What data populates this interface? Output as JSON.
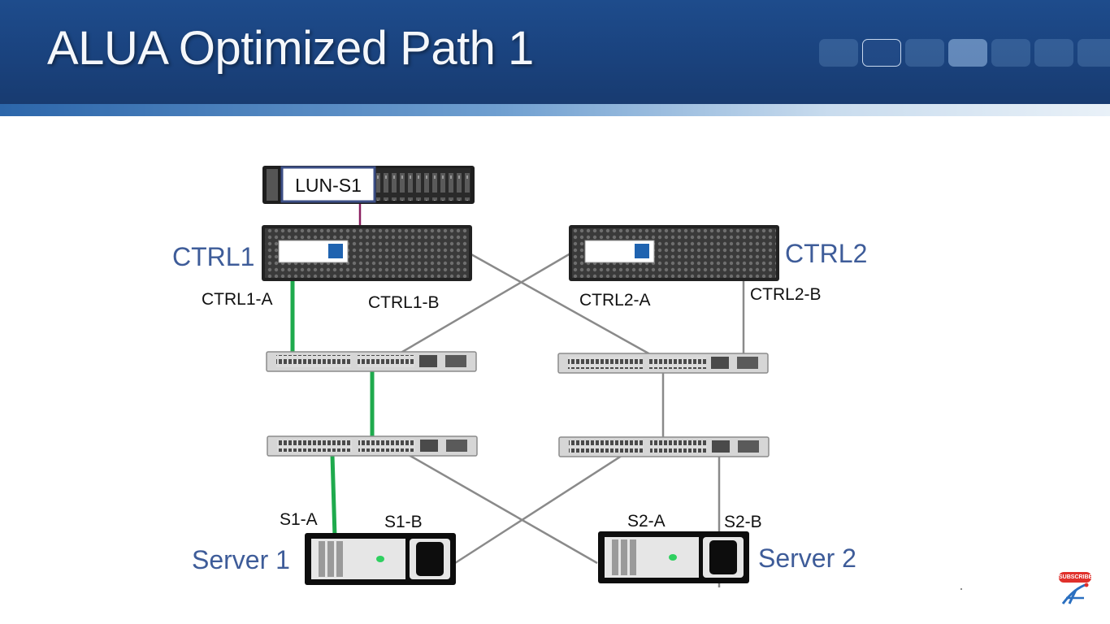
{
  "slide": {
    "title": "ALUA Optimized Path 1"
  },
  "diagram": {
    "storage_shelf": {
      "lun_label": "LUN-S1"
    },
    "controllers": [
      {
        "name": "CTRL1",
        "port_a": "CTRL1-A",
        "port_b": "CTRL1-B"
      },
      {
        "name": "CTRL2",
        "port_a": "CTRL2-A",
        "port_b": "CTRL2-B"
      }
    ],
    "servers": [
      {
        "name": "Server 1",
        "port_a": "S1-A",
        "port_b": "S1-B"
      },
      {
        "name": "Server 2",
        "port_a": "S2-A",
        "port_b": "S2-B"
      }
    ],
    "colors": {
      "optimized_path": "#1faa4d",
      "standard_path": "#8a8a8a",
      "shelf_link": "#8b2060",
      "label_blue": "#3e5c99"
    }
  },
  "overlay": {
    "subscribe_badge": "SUBSCRIBE",
    "channel_logo_icon": "channel-logo-icon"
  }
}
